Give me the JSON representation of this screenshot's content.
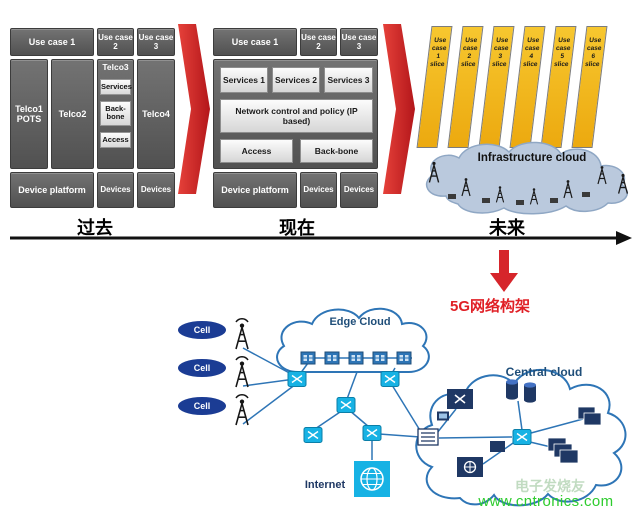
{
  "era_labels": {
    "past": "过去",
    "present": "现在",
    "future": "未来"
  },
  "past": {
    "use_case_1": "Use case 1",
    "use_case_2": "Use case 2",
    "use_case_3": "Use case 3",
    "telco1": "Telco1 POTS",
    "telco2": "Telco2",
    "telco3": "Telco3",
    "telco3_services": "Services",
    "telco3_backbone": "Back-bone",
    "telco3_access": "Access",
    "telco4": "Telco4",
    "device_platform": "Device platform",
    "devices_1": "Devices",
    "devices_2": "Devices"
  },
  "present": {
    "use_case_1": "Use case 1",
    "use_case_2": "Use case 2",
    "use_case_3": "Use case 3",
    "services_1": "Services 1",
    "services_2": "Services 2",
    "services_3": "Services 3",
    "network_control": "Network control and policy (IP based)",
    "access": "Access",
    "backbone": "Back-bone",
    "device_platform": "Device platform",
    "devices_1": "Devices",
    "devices_2": "Devices"
  },
  "future": {
    "slices": [
      "Use case 1 slice",
      "Use case 2 slice",
      "Use case 3 slice",
      "Use case 4 slice",
      "Use case 5 slice",
      "Use case 6 slice"
    ],
    "cloud_label": "Infrastructure cloud"
  },
  "five_g": {
    "title": "5G网络构架",
    "edge_cloud_label": "Edge Cloud",
    "central_cloud_label": "Central cloud",
    "cell_labels": [
      "Cell",
      "Cell",
      "Cell"
    ],
    "internet_label": "Internet"
  },
  "watermark": {
    "overlay": "电子发烧友",
    "site": "www.cntronics.com"
  },
  "colors": {
    "accent_red": "#d6252b",
    "slice_yellow": "#f2b11c",
    "line_blue": "#2e75b6",
    "navy": "#1f3864",
    "cyan": "#17b2e4",
    "watermark_green": "#2ecc2e"
  }
}
